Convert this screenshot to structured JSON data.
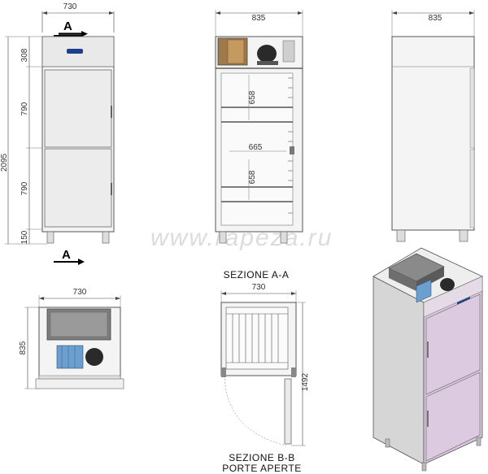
{
  "front_view": {
    "width_label": "730",
    "section_marker_top": "A",
    "section_marker_bottom": "A",
    "height_total_label": "2095",
    "height_segments": [
      "308",
      "790",
      "790",
      "150"
    ]
  },
  "section_aa_view": {
    "width_label": "835",
    "shelf_labels": [
      "658",
      "665",
      "658"
    ],
    "title": "SEZIONE A-A"
  },
  "side_view": {
    "width_label": "835"
  },
  "top_view": {
    "width_label": "730",
    "depth_label": "835"
  },
  "section_bb_view": {
    "width_label": "730",
    "open_depth_label": "1492",
    "title_line1": "SEZIONE B-B",
    "title_line2": "PORTE APERTE"
  },
  "watermark": "www.rapeza.ru",
  "colors": {
    "steel": "#e8e8e8",
    "accent_panel": "#d8c6dc",
    "compressor": "#2a2a2a",
    "evaporator": "#6a9fd0",
    "condenser_box": "#a0794a"
  }
}
